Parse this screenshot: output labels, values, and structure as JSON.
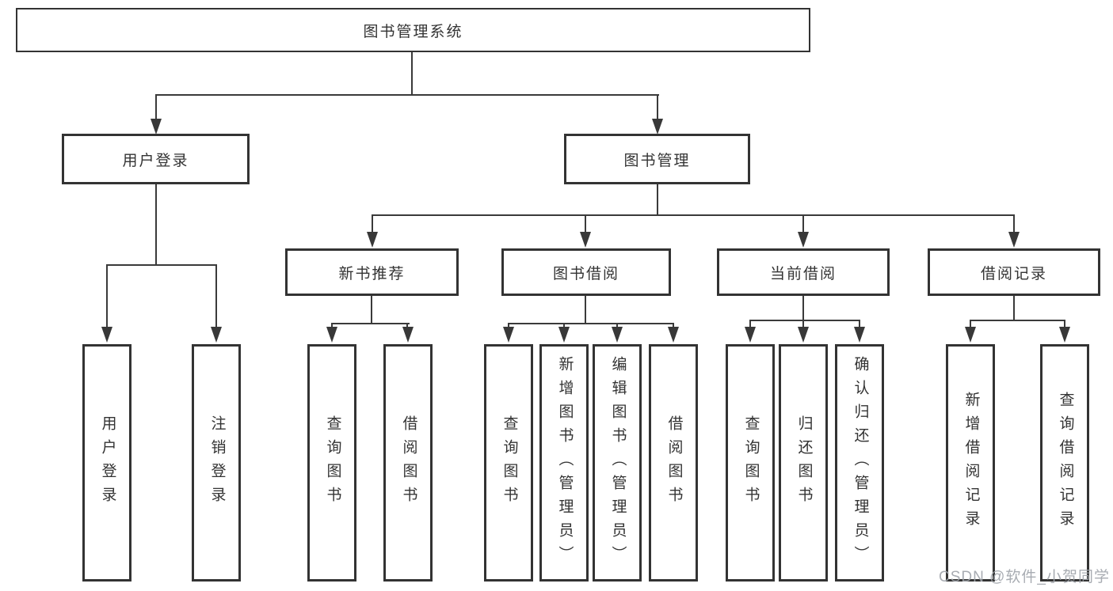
{
  "nodes": {
    "root": "图书管理系统",
    "user_login": "用户登录",
    "book_mgmt": "图书管理",
    "new_books": "新书推荐",
    "book_borrow": "图书借阅",
    "current_borrow": "当前借阅",
    "borrow_records": "借阅记录"
  },
  "leaves": {
    "user_login": [
      "用户登录",
      "注销登录"
    ],
    "new_books": [
      "查询图书",
      "借阅图书"
    ],
    "book_borrow": [
      "查询图书",
      "新增图书（管理员）",
      "编辑图书（管理员）",
      "借阅图书"
    ],
    "current_borrow": [
      "查询图书",
      "归还图书",
      "确认归还（管理员）"
    ],
    "borrow_records": [
      "新增借阅记录",
      "查询借阅记录"
    ]
  },
  "watermark": "CSDN @软件_小贺同学",
  "colors": {
    "border": "#333333",
    "line": "#3a3a3a",
    "text": "#333333",
    "watermark": "#9ea3aa",
    "background": "#ffffff"
  }
}
